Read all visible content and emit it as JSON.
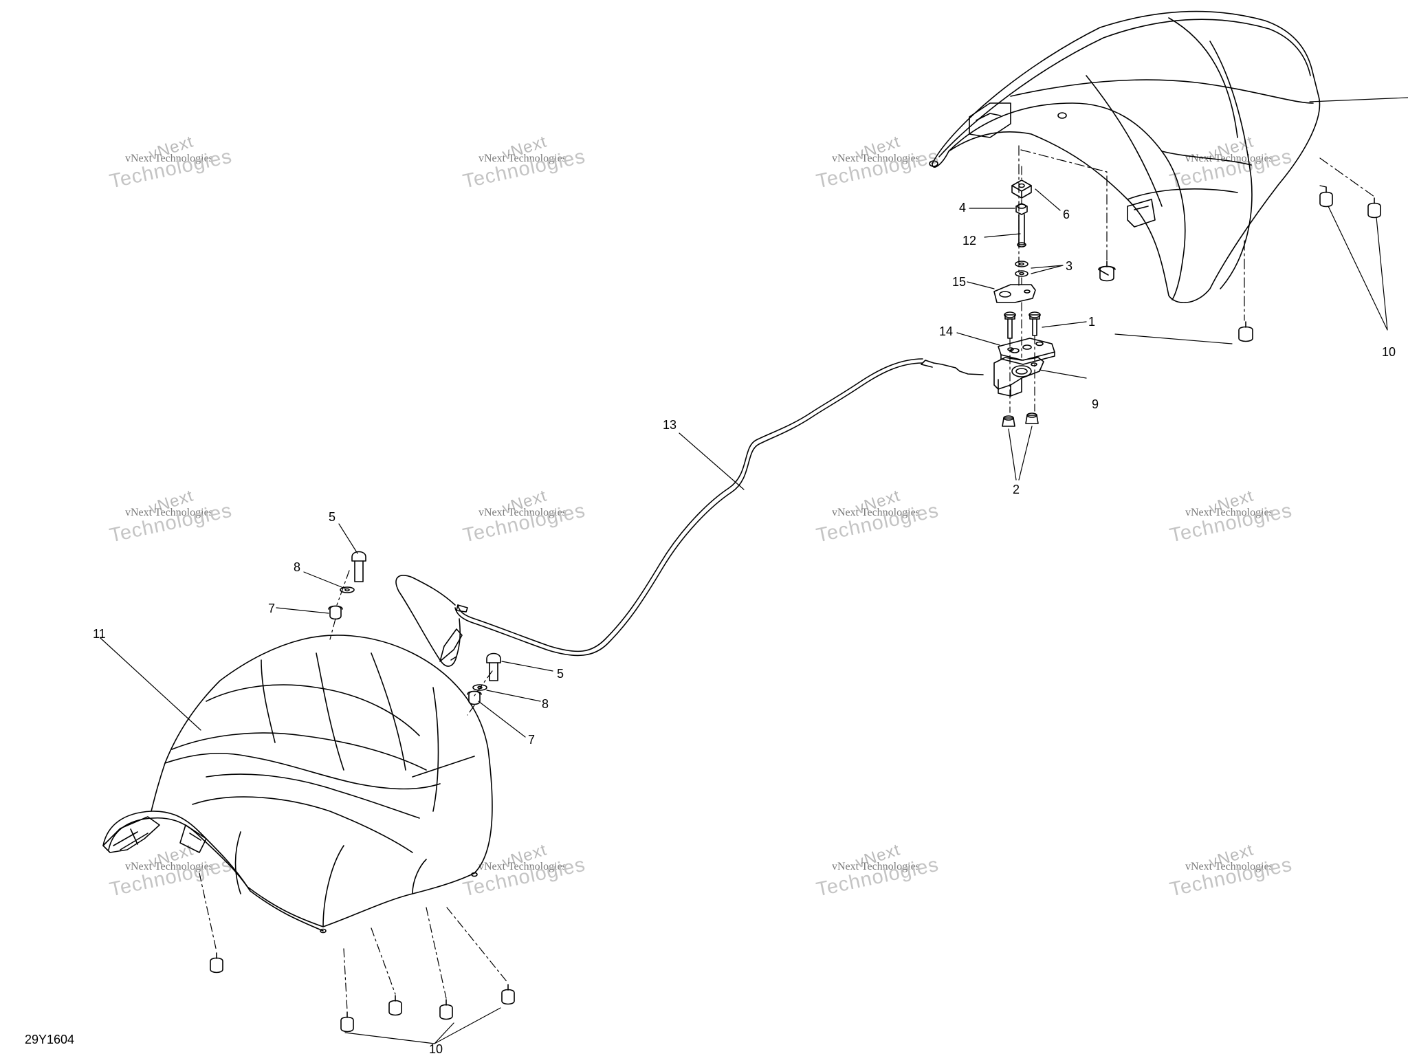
{
  "diagram_code": "29Y1604",
  "watermark": {
    "line1": "vNext",
    "line2": "vNext Technologies",
    "line3": "Technologies"
  },
  "callouts": [
    "1",
    "2",
    "3",
    "4",
    "5",
    "6",
    "7",
    "8",
    "9",
    "10",
    "11",
    "12",
    "13",
    "14",
    "15"
  ]
}
